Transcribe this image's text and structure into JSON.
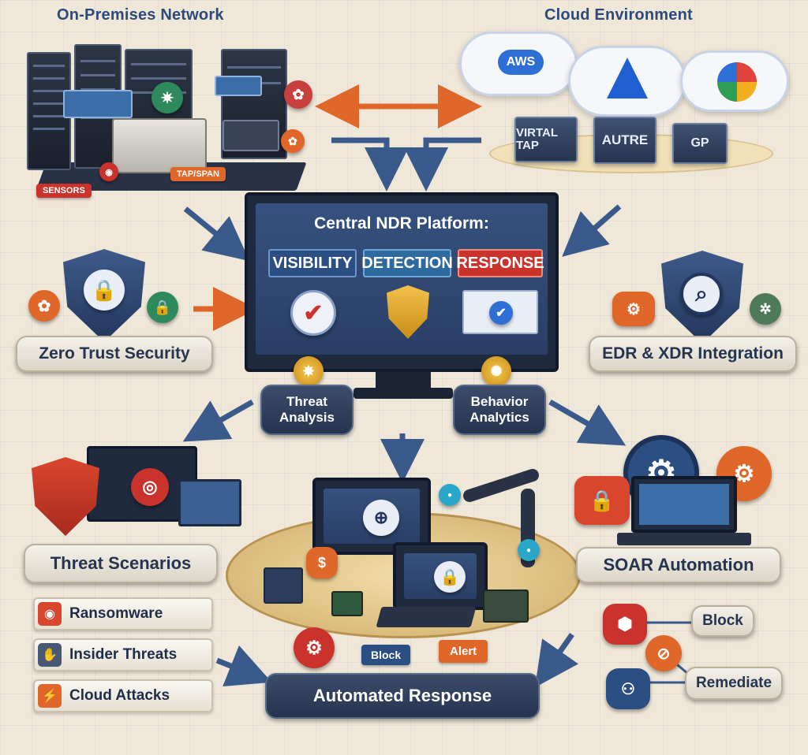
{
  "headers": {
    "on_prem": "On-Premises Network",
    "cloud": "Cloud Environment"
  },
  "on_prem": {
    "tap_span": "TAP/SPAN",
    "sensors": "SENSORS"
  },
  "cloud": {
    "providers": [
      "AWS",
      "",
      ""
    ],
    "virtual_tap": "VIRTAL TAP",
    "azure": "AUTRE",
    "gcp": "GP"
  },
  "platform": {
    "title": "Central NDR Platform:",
    "badges": [
      "VISIBILITY",
      "DETECTION",
      "RESPONSE"
    ],
    "threat_analysis": "Threat Analysis",
    "behavior_analytics": "Behavior Analytics"
  },
  "sides": {
    "zero_trust": "Zero Trust Security",
    "edr_xdr": "EDR & XDR Integration"
  },
  "scenarios": {
    "title": "Threat Scenarios",
    "items": [
      "Ransomware",
      "Insider Threats",
      "Cloud Attacks"
    ]
  },
  "soar": {
    "title": "SOAR Automation"
  },
  "response": {
    "title": "Automated Response",
    "block_tag": "Block",
    "alert_tag": "Alert",
    "actions": [
      "Block",
      "Remediate"
    ]
  },
  "colors": {
    "navy": "#26344f",
    "orange": "#e0672a",
    "red": "#c9332b",
    "blue": "#3c6ea8",
    "teal": "#2aa6c9"
  },
  "icons": {
    "lock": "padlock",
    "search": "magnifier",
    "gear": "gear"
  }
}
